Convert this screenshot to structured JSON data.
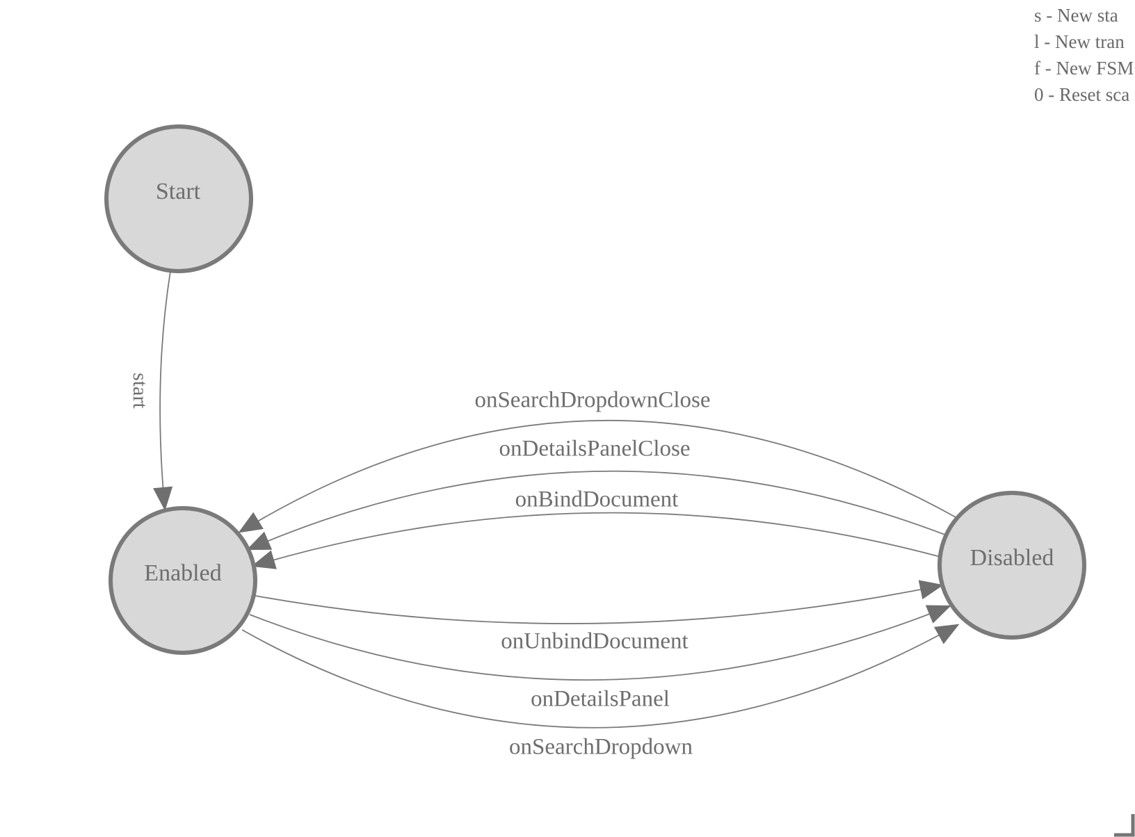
{
  "fsm": {
    "states": {
      "start": "Start",
      "enabled": "Enabled",
      "disabled": "Disabled"
    },
    "transitions": {
      "start_edge": "start",
      "disabled_to_enabled": [
        "onSearchDropdownClose",
        "onDetailsPanelClose",
        "onBindDocument"
      ],
      "enabled_to_disabled": [
        "onUnbindDocument",
        "onDetailsPanel",
        "onSearchDropdown"
      ]
    }
  },
  "legend": {
    "lines": [
      "s - New sta",
      "l - New tran",
      "f - New FSM",
      "0 - Reset sca"
    ]
  },
  "colors": {
    "state_fill": "#d8d8d8",
    "state_stroke": "#7a7a7a",
    "edge_stroke": "#7a7a7a",
    "arrow_fill": "#6f6f6f",
    "label_text": "#6e6e6e",
    "legend_text": "#696969"
  }
}
